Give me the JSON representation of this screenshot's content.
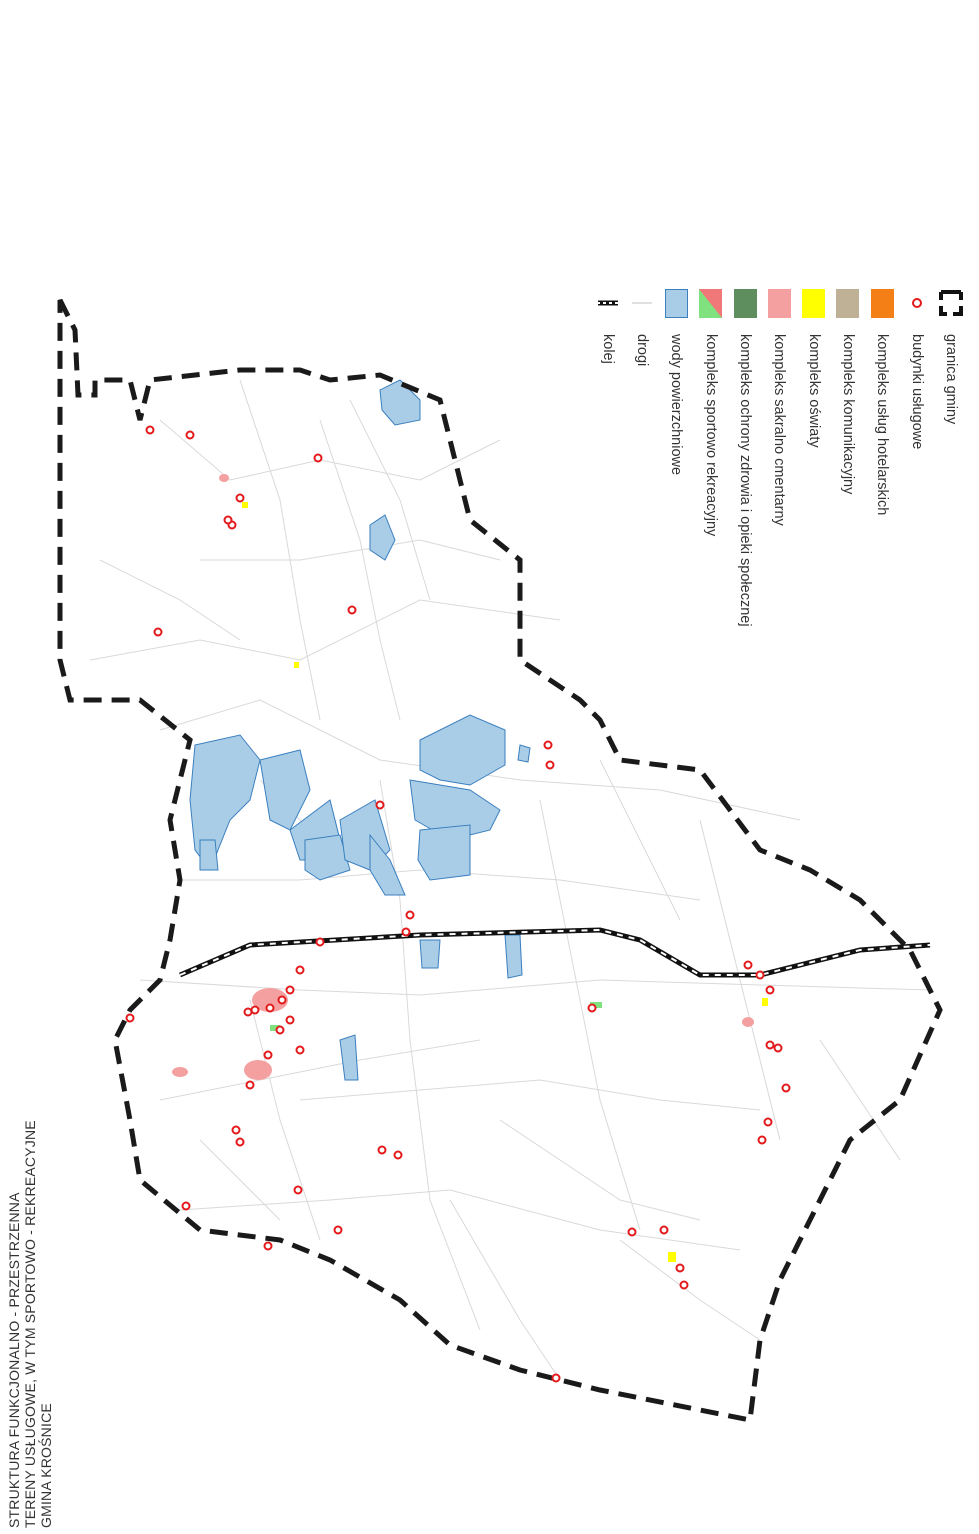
{
  "title": {
    "line1": "STRUKTURA FUNKCJONALNO - PRZESTRZENNA",
    "line2": "TERENY USŁUGOWE, W TYM SPORTOWO - REKREACYJNE",
    "line3": "GMINA KROŚNICE"
  },
  "legend": {
    "items": [
      {
        "label": "granica gminy",
        "symbol": "boundary-dash",
        "color": "#111111"
      },
      {
        "label": "budynki usługowe",
        "symbol": "circle",
        "color": "#e31a1c"
      },
      {
        "label": "kompleks usług hotelarskich",
        "symbol": "fill",
        "color": "#f57f17"
      },
      {
        "label": "kompleks komunikacyjny",
        "symbol": "fill",
        "color": "#bfb196"
      },
      {
        "label": "kompleks oświaty",
        "symbol": "fill",
        "color": "#ffff00"
      },
      {
        "label": "kompleks sakralno cmentarny",
        "symbol": "fill",
        "color": "#f4a0a0"
      },
      {
        "label": "kompleks ochrony zdrowia i opieki społecznej",
        "symbol": "fill",
        "color": "#5e8d5e"
      },
      {
        "label": "kompleks sportowo rekreacyjny",
        "symbol": "split",
        "color": "#f07878",
        "color2": "#7fe27f"
      },
      {
        "label": "wody powierzchniowe",
        "symbol": "fill",
        "color": "#a9cde6",
        "stroke": "#3b7fbf"
      },
      {
        "label": "drogi",
        "symbol": "road",
        "color": "#d6d6d6"
      },
      {
        "label": "kolej",
        "symbol": "rail",
        "color": "#111111"
      }
    ]
  },
  "colors": {
    "boundary": "#1a1a1a",
    "service_building": "#e31a1c",
    "water_fill": "#a9cde6",
    "water_stroke": "#3b7fbf",
    "road": "#d9d9d9",
    "rail": "#222222",
    "sacral": "#f4a0a0",
    "education": "#ffff00",
    "sport": "#7fe27f"
  }
}
